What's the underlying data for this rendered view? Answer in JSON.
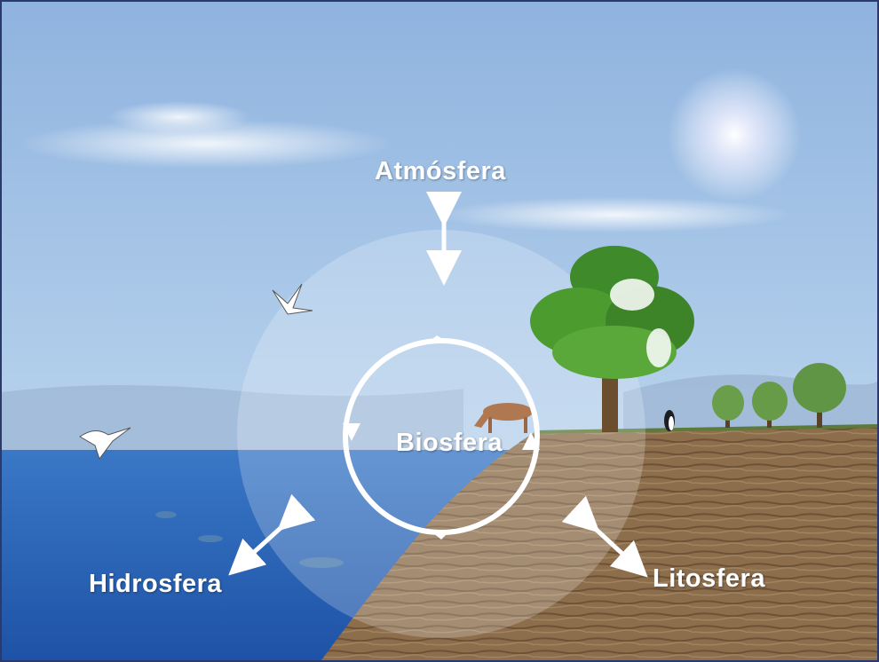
{
  "diagram": {
    "labels": {
      "atmosphere": "Atmósfera",
      "biosphere": "Biosfera",
      "hydrosphere": "Hidrosfera",
      "lithosphere": "Litosfera"
    },
    "colors": {
      "sky_top": "#9dbfe4",
      "sky_bottom": "#c9dcef",
      "sea": "#2f68b8",
      "land": "#8a6b4a",
      "arrows": "#ffffff",
      "border": "#2b3a6b"
    },
    "icons": [
      "sun-icon",
      "cloud-icon",
      "bird-icon",
      "seagull-icon",
      "tree-icon",
      "deer-icon",
      "fish-icon",
      "penguin-icon"
    ]
  }
}
